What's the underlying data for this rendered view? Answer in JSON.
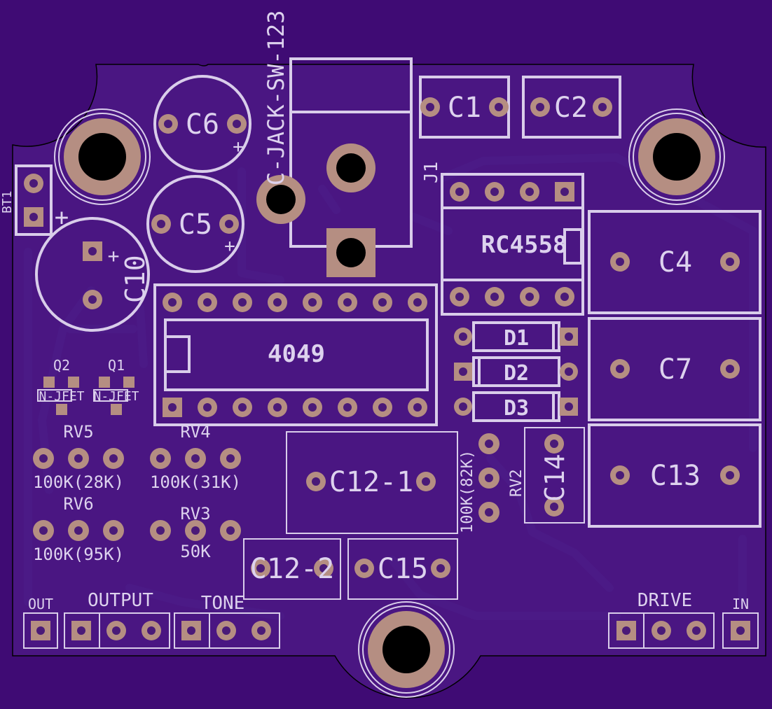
{
  "board": {
    "colors": {
      "background": "#3f0b74",
      "board": "#4a1682",
      "silk": "#d9cdea",
      "pad": "#b58e82",
      "drill": "#000000"
    }
  },
  "components": {
    "c6": "C6",
    "c5": "C5",
    "c1": "C1",
    "c2": "C2",
    "c4": "C4",
    "c7": "C7",
    "c13": "C13",
    "c10": "C10",
    "c14": "C14",
    "c12_1": "C12-1",
    "c12_2": "C12-2",
    "c15": "C15",
    "j1_value": "C-JACK-SW-123",
    "j1": "J1",
    "bt1": "BT1",
    "opamp": "RC4558",
    "inverter": "4049",
    "d1": "D1",
    "d2": "D2",
    "d3": "D3",
    "q1": "Q1",
    "q2": "Q2",
    "jfet": "N-JFET",
    "rv5": "RV5",
    "rv5_value": "100K(28K)",
    "rv4": "RV4",
    "rv4_value": "100K(31K)",
    "rv6": "RV6",
    "rv6_value": "100K(95K)",
    "rv3": "RV3",
    "rv3_value": "50K",
    "rv2": "RV2",
    "rv2_value": "100K(82K)",
    "plus": "+"
  },
  "connectors": {
    "out": "OUT",
    "output": "OUTPUT",
    "tone": "TONE",
    "drive": "DRIVE",
    "in": "IN"
  }
}
